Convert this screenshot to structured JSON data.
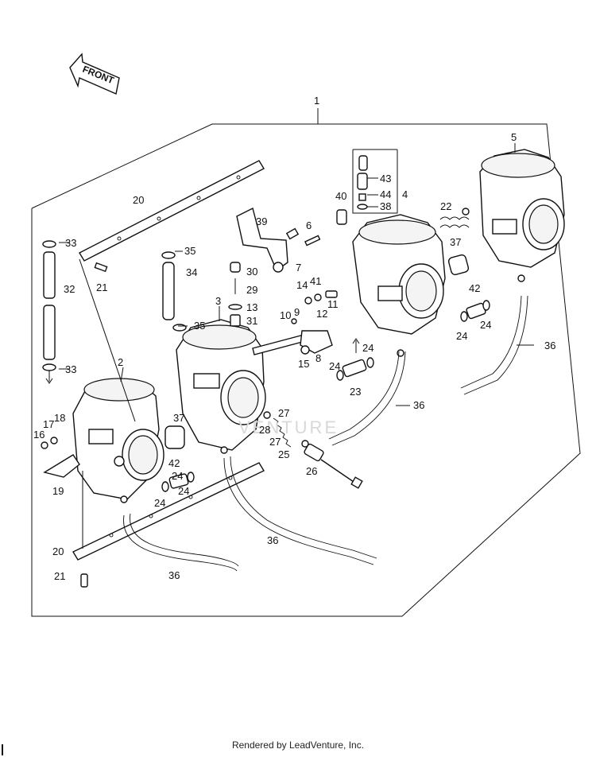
{
  "front_arrow": {
    "label": "FRONT"
  },
  "watermark": "VENTURE",
  "footer": {
    "text": "Rendered by LeadVenture, Inc."
  },
  "callouts": [
    {
      "id": "c1",
      "text": "1"
    },
    {
      "id": "c2",
      "text": "2"
    },
    {
      "id": "c3",
      "text": "3"
    },
    {
      "id": "c4",
      "text": "4"
    },
    {
      "id": "c5",
      "text": "5"
    },
    {
      "id": "c6",
      "text": "6"
    },
    {
      "id": "c7",
      "text": "7"
    },
    {
      "id": "c8",
      "text": "8"
    },
    {
      "id": "c9",
      "text": "9"
    },
    {
      "id": "c10",
      "text": "10"
    },
    {
      "id": "c11",
      "text": "11"
    },
    {
      "id": "c12",
      "text": "12"
    },
    {
      "id": "c13",
      "text": "13"
    },
    {
      "id": "c14",
      "text": "14"
    },
    {
      "id": "c15",
      "text": "15"
    },
    {
      "id": "c16",
      "text": "16"
    },
    {
      "id": "c17",
      "text": "17"
    },
    {
      "id": "c18",
      "text": "18"
    },
    {
      "id": "c19",
      "text": "19"
    },
    {
      "id": "c20a",
      "text": "20"
    },
    {
      "id": "c20b",
      "text": "20"
    },
    {
      "id": "c21a",
      "text": "21"
    },
    {
      "id": "c21b",
      "text": "21"
    },
    {
      "id": "c22",
      "text": "22"
    },
    {
      "id": "c23",
      "text": "23"
    },
    {
      "id": "c24a",
      "text": "24"
    },
    {
      "id": "c24b",
      "text": "24"
    },
    {
      "id": "c24c",
      "text": "24"
    },
    {
      "id": "c24d",
      "text": "24"
    },
    {
      "id": "c24e",
      "text": "24"
    },
    {
      "id": "c24f",
      "text": "24"
    },
    {
      "id": "c24g",
      "text": "24"
    },
    {
      "id": "c25",
      "text": "25"
    },
    {
      "id": "c26",
      "text": "26"
    },
    {
      "id": "c27a",
      "text": "27"
    },
    {
      "id": "c27b",
      "text": "27"
    },
    {
      "id": "c28",
      "text": "28"
    },
    {
      "id": "c29",
      "text": "29"
    },
    {
      "id": "c30",
      "text": "30"
    },
    {
      "id": "c31",
      "text": "31"
    },
    {
      "id": "c32",
      "text": "32"
    },
    {
      "id": "c33a",
      "text": "33"
    },
    {
      "id": "c33b",
      "text": "33"
    },
    {
      "id": "c34",
      "text": "34"
    },
    {
      "id": "c35a",
      "text": "35"
    },
    {
      "id": "c35b",
      "text": "35"
    },
    {
      "id": "c36a",
      "text": "36"
    },
    {
      "id": "c36b",
      "text": "36"
    },
    {
      "id": "c36c",
      "text": "36"
    },
    {
      "id": "c36d",
      "text": "36"
    },
    {
      "id": "c37a",
      "text": "37"
    },
    {
      "id": "c37b",
      "text": "37"
    },
    {
      "id": "c38",
      "text": "38"
    },
    {
      "id": "c39",
      "text": "39"
    },
    {
      "id": "c40",
      "text": "40"
    },
    {
      "id": "c41",
      "text": "41"
    },
    {
      "id": "c42a",
      "text": "42"
    },
    {
      "id": "c42b",
      "text": "42"
    },
    {
      "id": "c43",
      "text": "43"
    },
    {
      "id": "c44",
      "text": "44"
    }
  ]
}
